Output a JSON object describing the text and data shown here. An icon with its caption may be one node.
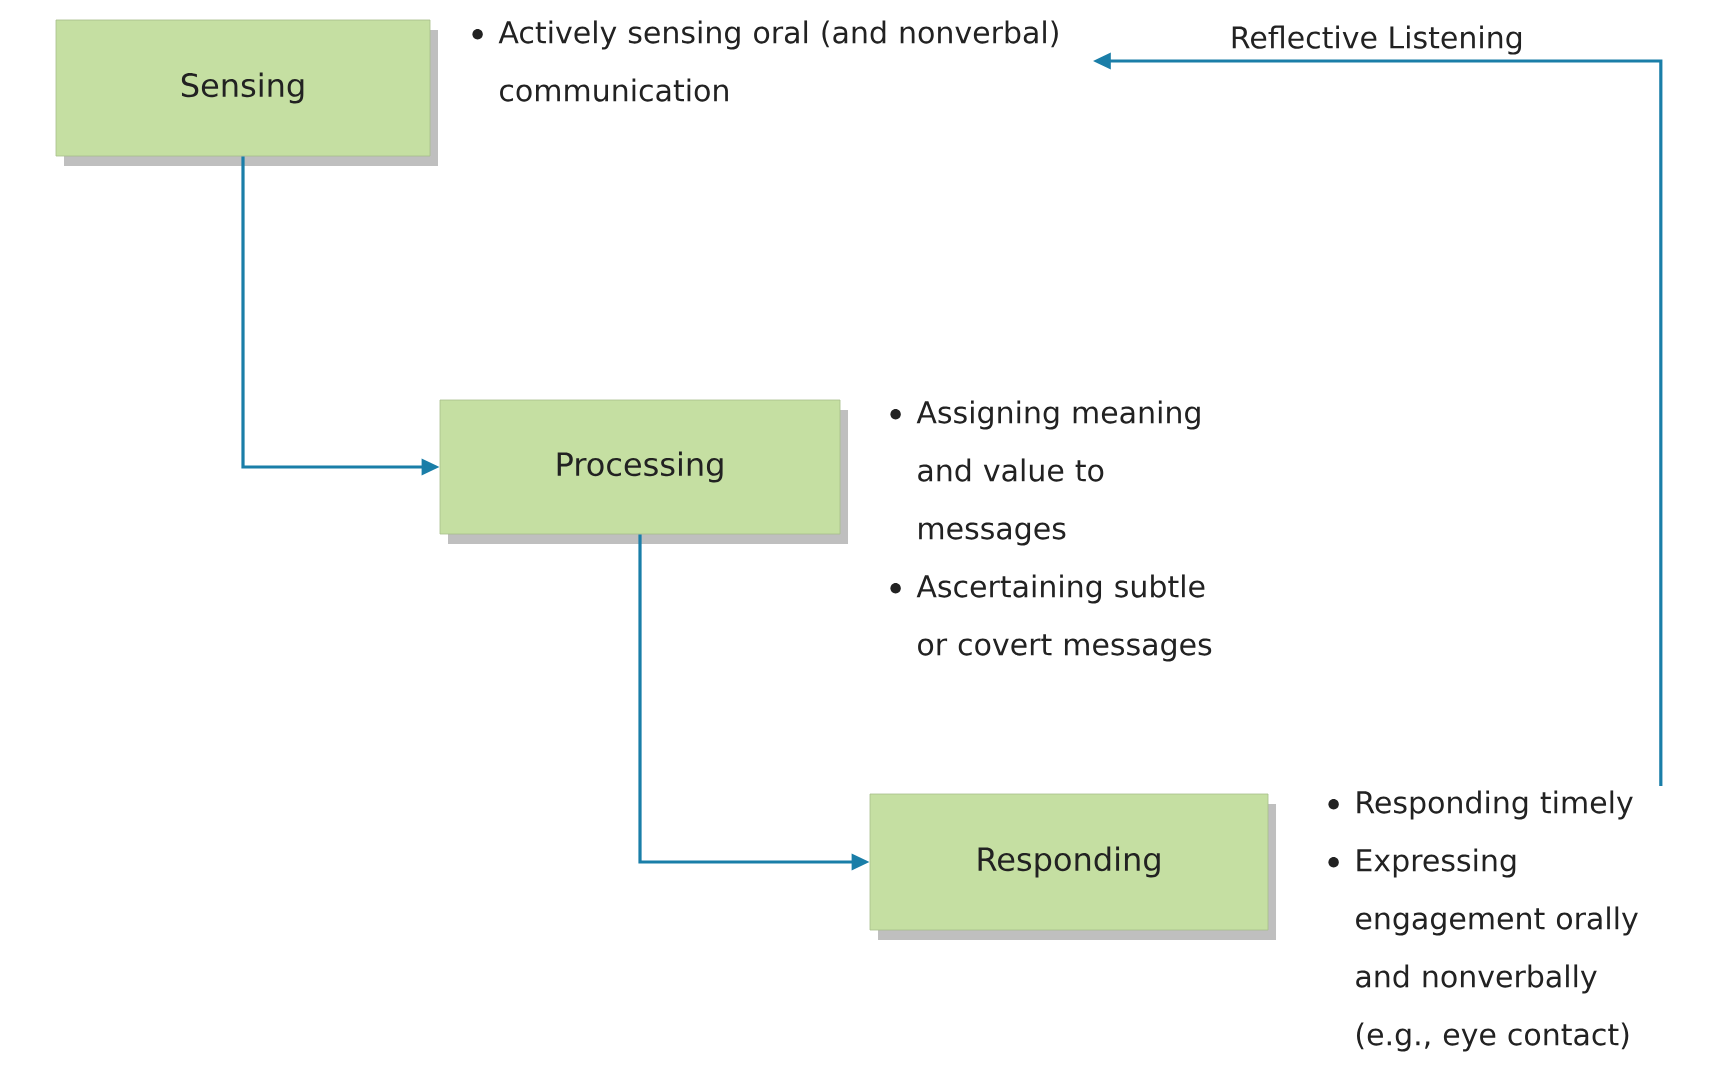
{
  "diagram": {
    "nodes": [
      {
        "text": [
          "Sensing"
        ]
      },
      {
        "text": [
          "Processing"
        ],
        "beside": [
          "Assigning meaning and value to messages",
          "Ascertaining subtle or covert messages"
        ]
      },
      {
        "text": [
          "Responding"
        ]
      },
      {
        "text": [
          "Actively sensing oral (and nonverbal) communication"
        ]
      },
      {
        "text": [
          "Responding timely",
          "Expressing engagement orally and nonverbally (e.g., eye contact)"
        ]
      }
    ],
    "edges": [
      {
        "from": 0,
        "to": 1,
        "arrow": "to"
      },
      {
        "from": 1,
        "to": 2,
        "arrow": "to"
      },
      {
        "from": 4,
        "to": 3,
        "arrow": "to",
        "label": "Reflective Listening"
      }
    ]
  }
}
